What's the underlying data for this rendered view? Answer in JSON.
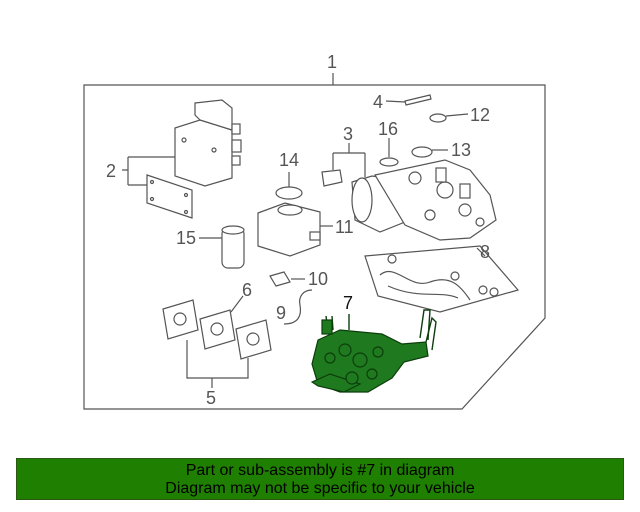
{
  "callouts": {
    "c1": "1",
    "c2": "2",
    "c3": "3",
    "c4": "4",
    "c5": "5",
    "c6": "6",
    "c7": "7",
    "c8": "8",
    "c9": "9",
    "c10": "10",
    "c11": "11",
    "c12": "12",
    "c13": "13",
    "c14": "14",
    "c15": "15",
    "c16": "16"
  },
  "highlight": {
    "part_number": "7",
    "color": "#1f7a1f"
  },
  "banner": {
    "line1": "Part or sub-assembly is #7 in diagram",
    "line2": "Diagram may not be specific to your vehicle",
    "background": "#1f7f00"
  }
}
